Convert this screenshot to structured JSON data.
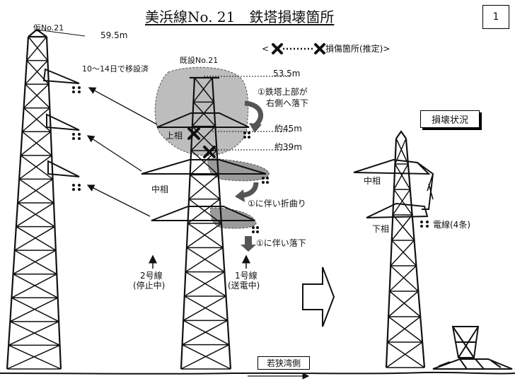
{
  "title": "美浜線No. 21　鉄塔損壊箇所",
  "page_number": "1",
  "legend": {
    "label": "<",
    "text": "損傷箇所(推定)>"
  },
  "temp_tower": {
    "label": "仮No.21",
    "height": "59.5m",
    "note": "10～14日で移設済"
  },
  "existing_tower": {
    "label": "既設No.21",
    "height": "53.5m"
  },
  "annotations": {
    "a1": "①鉄塔上部が",
    "a1b": "右側へ落下",
    "h45": "約45m",
    "h39": "約39m",
    "a2": "①に伴い折曲り",
    "a3": "①に伴い落下"
  },
  "phases": {
    "upper": "上相",
    "middle": "中相",
    "lower": "下相"
  },
  "lines": {
    "line2": [
      "2号線",
      "(停止中)"
    ],
    "line1": [
      "1号線",
      "(送電中)"
    ]
  },
  "damage": {
    "title": "損壊状況",
    "middle": "中相",
    "lower": "下相",
    "wires": "電線(4条)"
  },
  "direction": "若狭湾側",
  "colors": {
    "shade": "#bdbdbd",
    "dark": "#1a1a1a",
    "arrow": "#777777"
  }
}
